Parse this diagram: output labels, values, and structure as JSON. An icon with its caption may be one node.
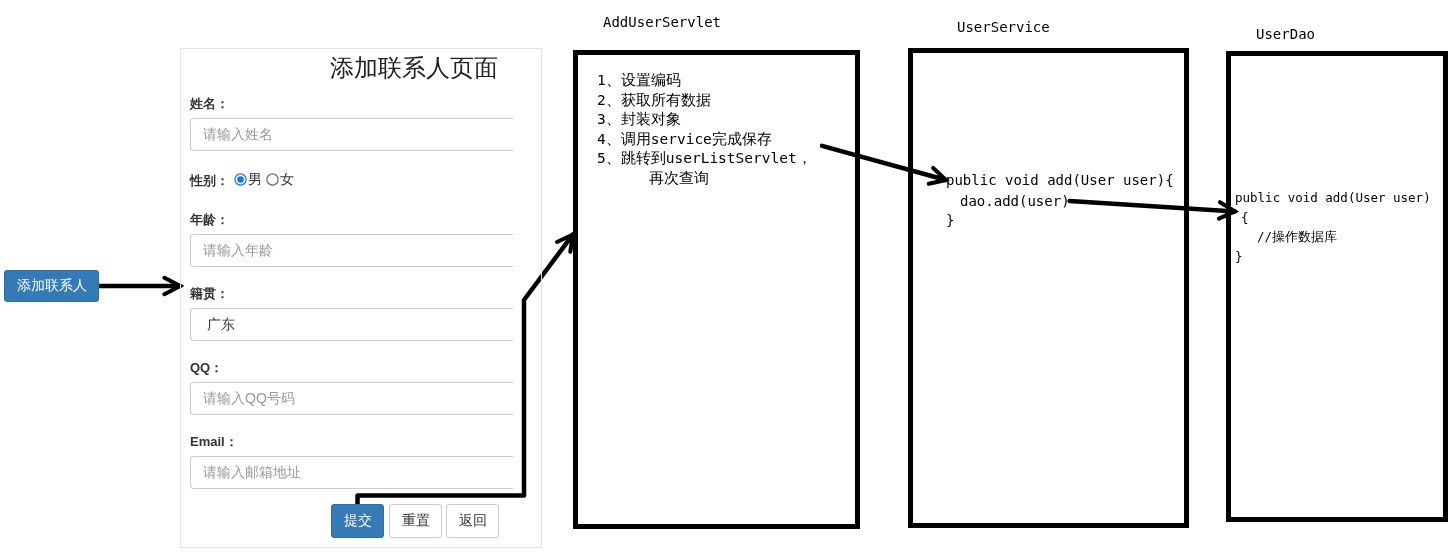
{
  "diagram": {
    "nodes": [
      {
        "text": [
          "添加联系人"
        ]
      },
      {
        "text": [
          "添加联系人页面"
        ]
      },
      {
        "text": [
          "请输入姓名"
        ],
        "in": 1,
        "beside": [
          "姓名："
        ]
      },
      {
        "text": [
          "请输入年龄"
        ],
        "in": 1,
        "beside": [
          "年龄："
        ]
      },
      {
        "text": [
          "广东"
        ],
        "in": 1,
        "beside": [
          "籍贯："
        ]
      },
      {
        "text": [
          "请输入QQ号码"
        ],
        "in": 1,
        "beside": [
          "QQ："
        ]
      },
      {
        "text": [
          "请输入邮箱地址"
        ],
        "in": 1,
        "beside": [
          "Email："
        ]
      },
      {
        "text": [
          "提交"
        ],
        "in": 1
      },
      {
        "text": [
          "重置"
        ],
        "in": 1
      },
      {
        "text": [
          "返回"
        ],
        "in": 1
      },
      {
        "text": [
          "AddUserServlet"
        ]
      },
      {
        "text": [
          "1、设置编码",
          "2、获取所有数据",
          "3、封装对象",
          "4、调用service完成保存",
          "5、跳转到userListServlet，再次查询"
        ],
        "in": 10
      },
      {
        "text": [
          "UserService"
        ]
      },
      {
        "text": [
          "public void add(User user){"
        ],
        "in": 12
      },
      {
        "text": [
          "dao.add(user)"
        ],
        "in": 12
      },
      {
        "text": [
          "UserDao"
        ]
      },
      {
        "text": [
          "public void add(User user)",
          "{",
          "//操作数据库",
          "}"
        ],
        "in": 15
      }
    ],
    "edges": [
      {
        "from": 0,
        "to": 1,
        "arrow": "to"
      },
      {
        "from": 7,
        "to": 10,
        "arrow": "to"
      },
      {
        "from": 11,
        "to": 13,
        "arrow": "to"
      },
      {
        "from": 14,
        "to": 16,
        "arrow": "to"
      }
    ],
    "labels": [
      "性别：",
      "男",
      "女",
      "}"
    ]
  }
}
